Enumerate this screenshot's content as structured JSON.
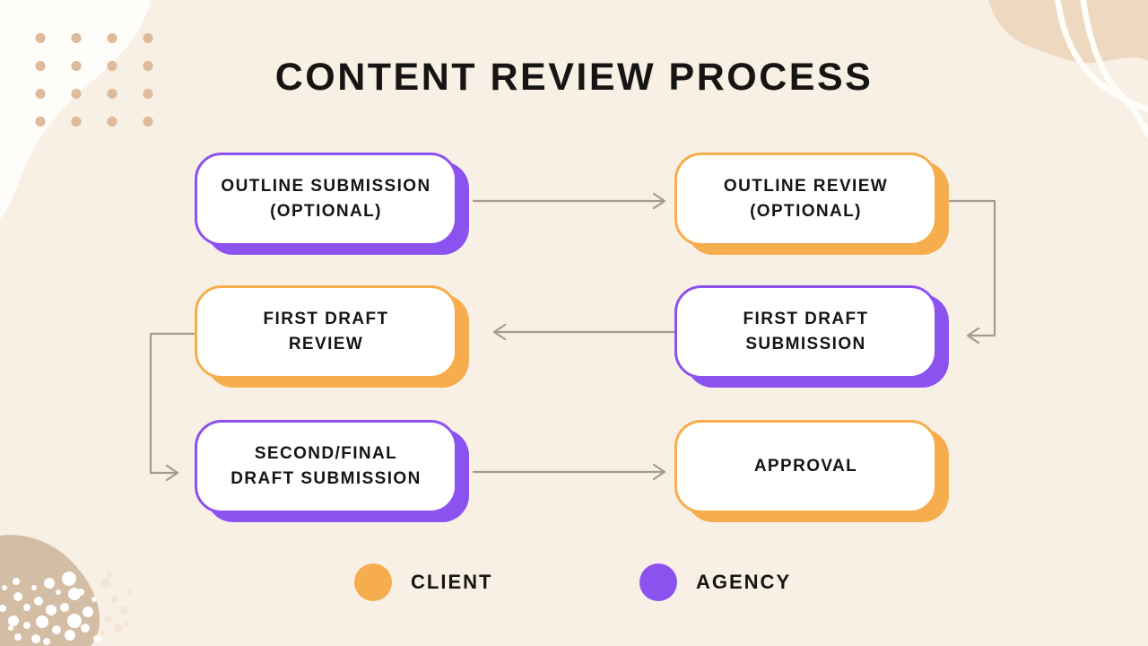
{
  "slide": {
    "title": "CONTENT REVIEW PROCESS"
  },
  "flow": {
    "nodes": [
      {
        "id": "outline-submission",
        "line1": "OUTLINE SUBMISSION",
        "line2": "(OPTIONAL)",
        "owner": "agency"
      },
      {
        "id": "outline-review",
        "line1": "OUTLINE REVIEW",
        "line2": "(OPTIONAL)",
        "owner": "client"
      },
      {
        "id": "first-draft-review",
        "line1": "FIRST DRAFT",
        "line2": "REVIEW",
        "owner": "client"
      },
      {
        "id": "first-draft-submission",
        "line1": "FIRST DRAFT",
        "line2": "SUBMISSION",
        "owner": "agency"
      },
      {
        "id": "second-final-draft-submission",
        "line1": "SECOND/FINAL",
        "line2": "DRAFT SUBMISSION",
        "owner": "agency"
      },
      {
        "id": "approval",
        "line1": "APPROVAL",
        "line2": "",
        "owner": "client"
      }
    ],
    "edges": [
      {
        "from": "outline-submission",
        "to": "outline-review"
      },
      {
        "from": "outline-review",
        "to": "first-draft-submission"
      },
      {
        "from": "first-draft-submission",
        "to": "first-draft-review"
      },
      {
        "from": "first-draft-review",
        "to": "second-final-draft-submission"
      },
      {
        "from": "second-final-draft-submission",
        "to": "approval"
      }
    ]
  },
  "legend": {
    "items": [
      {
        "label": "CLIENT",
        "owner": "client"
      },
      {
        "label": "AGENCY",
        "owner": "agency"
      }
    ]
  },
  "colors": {
    "background_cream": "#f8efe5",
    "client_orange": "#f6ad4d",
    "agency_purple": "#8c52f0",
    "arrow_gray": "#a79a8d",
    "text_black": "#171513",
    "blob_white": "#fffdfa",
    "blob_tan_light": "#eed9c0",
    "blob_tan_dark": "#d4bda5",
    "dot_tan": "#ddbb9c",
    "speckle_cream": "#f3e6d6"
  }
}
